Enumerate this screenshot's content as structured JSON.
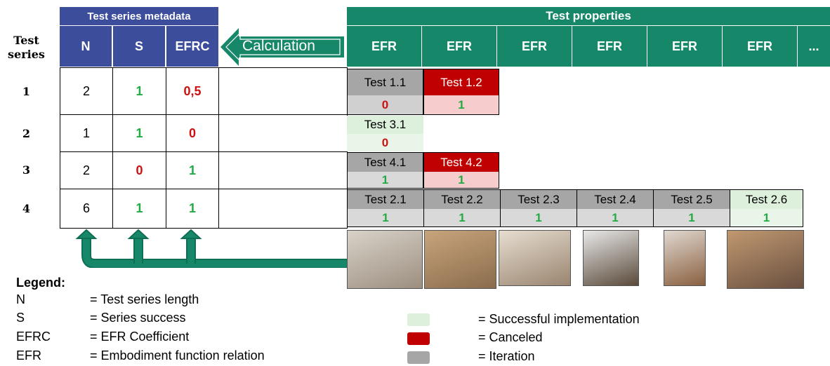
{
  "colors": {
    "metadata_header": "#3c4d9c",
    "properties_header": "#17876a",
    "success_green": "#22aa44",
    "fail_red": "#cc1111",
    "successful_bg": "#dcf0dc",
    "canceled_bg": "#c00000",
    "iteration_bg": "#a6a6a6"
  },
  "metadata": {
    "title": "Test series metadata",
    "columns": [
      "N",
      "S",
      "EFRC"
    ]
  },
  "test_series_label": "Test\nseries",
  "calculation_label": "Calculation",
  "properties": {
    "title": "Test properties",
    "columns": [
      "EFR",
      "EFR",
      "EFR",
      "EFR",
      "EFR",
      "EFR",
      "..."
    ]
  },
  "rows": [
    {
      "series": "1",
      "N": "2",
      "S": "1",
      "EFRC": "0,5"
    },
    {
      "series": "2",
      "N": "1",
      "S": "1",
      "EFRC": "0"
    },
    {
      "series": "3",
      "N": "2",
      "S": "0",
      "EFRC": "1"
    },
    {
      "series": "4",
      "N": "6",
      "S": "1",
      "EFRC": "1"
    }
  ],
  "tests": {
    "row1": [
      {
        "name": "Test 1.1",
        "value": "0",
        "status": "iteration"
      },
      {
        "name": "Test 1.2",
        "value": "1",
        "status": "canceled"
      }
    ],
    "row2": [
      {
        "name": "Test 3.1",
        "value": "0",
        "status": "successful"
      }
    ],
    "row3": [
      {
        "name": "Test 4.1",
        "value": "1",
        "status": "iteration"
      },
      {
        "name": "Test 4.2",
        "value": "1",
        "status": "canceled"
      }
    ],
    "row4": [
      {
        "name": "Test 2.1",
        "value": "1",
        "status": "iteration"
      },
      {
        "name": "Test 2.2",
        "value": "1",
        "status": "iteration"
      },
      {
        "name": "Test 2.3",
        "value": "1",
        "status": "iteration"
      },
      {
        "name": "Test 2.4",
        "value": "1",
        "status": "iteration"
      },
      {
        "name": "Test 2.5",
        "value": "1",
        "status": "iteration"
      },
      {
        "name": "Test 2.6",
        "value": "1",
        "status": "successful"
      }
    ]
  },
  "legend": {
    "title": "Legend:",
    "terms": [
      {
        "key": "N",
        "desc": "= Test series length"
      },
      {
        "key": "S",
        "desc": "= Series success"
      },
      {
        "key": "EFRC",
        "desc": "= EFR Coefficient"
      },
      {
        "key": "EFR",
        "desc": "= Embodiment function relation"
      }
    ],
    "colors": [
      {
        "desc": "= Successful implementation",
        "color": "#dcf0dc"
      },
      {
        "desc": "= Canceled",
        "color": "#c00000"
      },
      {
        "desc": "= Iteration",
        "color": "#a6a6a6"
      }
    ]
  }
}
